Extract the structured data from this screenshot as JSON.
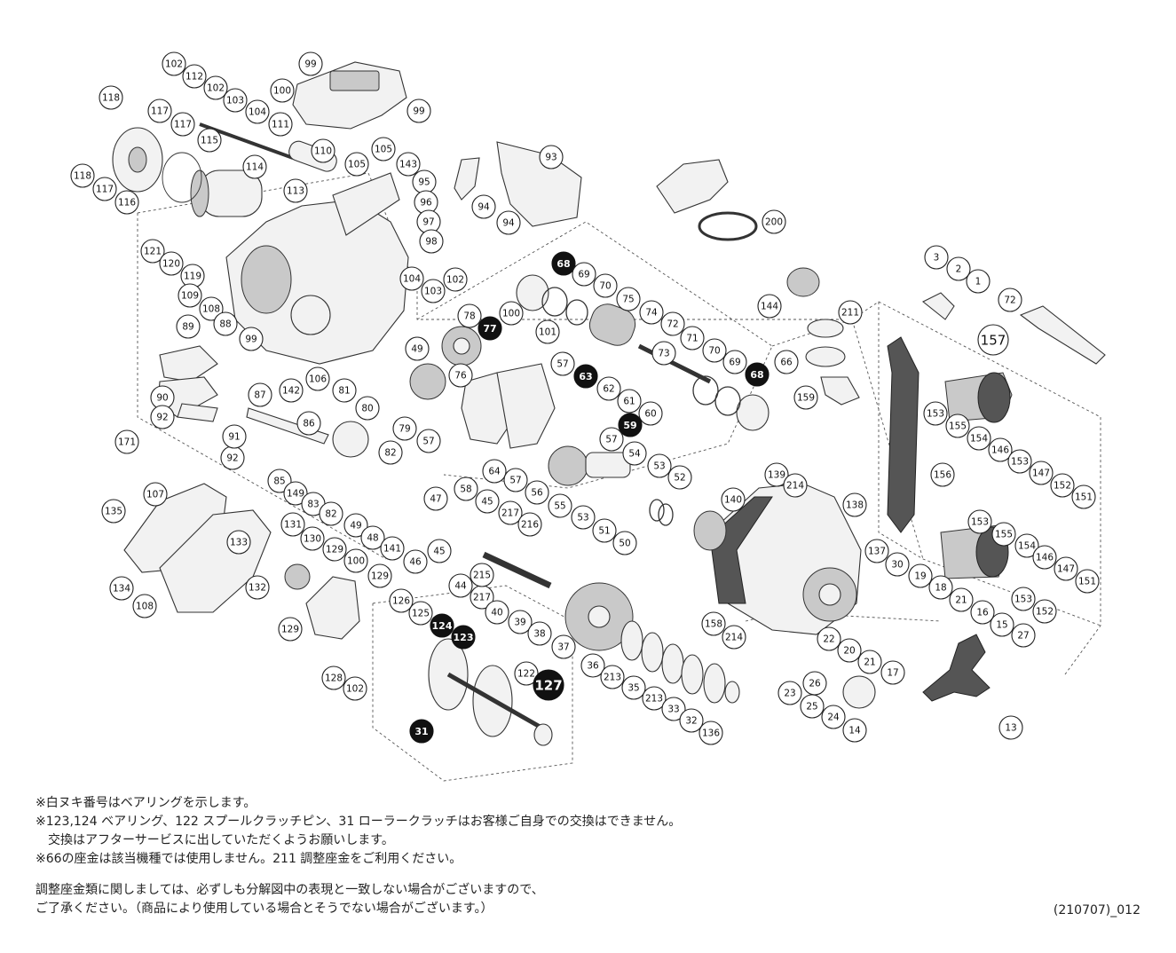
{
  "notes": [
    "※白ヌキ番号はベアリングを示します。",
    "※123,124 ベアリング、122 スプールクラッチピン、31 ローラークラッチはお客様ご自身での交換はできません。",
    "交換はアフターサービスに出していただくようお願いします。",
    "※66の座金は該当機種では使用しません。211 調整座金をご利用ください。"
  ],
  "notes2": [
    "調整座金類に関しましては、必ずしも分解図中の表現と一致しない場合がございますので、",
    "ご了承ください。（商品により使用している場合とそうでない場合がございます。）"
  ],
  "doc_code": "(210707)_012",
  "callouts": [
    {
      "label": "102"
    },
    {
      "label": "112"
    },
    {
      "label": "102"
    },
    {
      "label": "103"
    },
    {
      "label": "104"
    },
    {
      "label": "99"
    },
    {
      "label": "100"
    },
    {
      "label": "99"
    },
    {
      "label": "111"
    },
    {
      "label": "118"
    },
    {
      "label": "117"
    },
    {
      "label": "117"
    },
    {
      "label": "115"
    },
    {
      "label": "118"
    },
    {
      "label": "117"
    },
    {
      "label": "116"
    },
    {
      "label": "110"
    },
    {
      "label": "105"
    },
    {
      "label": "105"
    },
    {
      "label": "143"
    },
    {
      "label": "114"
    },
    {
      "label": "113"
    },
    {
      "label": "121"
    },
    {
      "label": "120"
    },
    {
      "label": "119"
    },
    {
      "label": "95"
    },
    {
      "label": "96"
    },
    {
      "label": "97"
    },
    {
      "label": "98"
    },
    {
      "label": "94"
    },
    {
      "label": "94"
    },
    {
      "label": "93"
    },
    {
      "label": "104"
    },
    {
      "label": "103"
    },
    {
      "label": "102"
    },
    {
      "label": "200"
    },
    {
      "label": "144"
    },
    {
      "label": "211"
    },
    {
      "label": "66"
    },
    {
      "label": "159"
    },
    {
      "label": "109"
    },
    {
      "label": "108"
    },
    {
      "label": "88"
    },
    {
      "label": "99"
    },
    {
      "label": "89"
    },
    {
      "label": "90"
    },
    {
      "label": "92"
    },
    {
      "label": "92"
    },
    {
      "label": "91"
    },
    {
      "label": "87"
    },
    {
      "label": "86"
    },
    {
      "label": "142"
    },
    {
      "label": "106"
    },
    {
      "label": "81"
    },
    {
      "label": "80"
    },
    {
      "label": "79"
    },
    {
      "label": "49"
    },
    {
      "label": "68",
      "solid": true
    },
    {
      "label": "69"
    },
    {
      "label": "70"
    },
    {
      "label": "75"
    },
    {
      "label": "74"
    },
    {
      "label": "72"
    },
    {
      "label": "73"
    },
    {
      "label": "71"
    },
    {
      "label": "70"
    },
    {
      "label": "69"
    },
    {
      "label": "68",
      "solid": true
    },
    {
      "label": "100"
    },
    {
      "label": "78"
    },
    {
      "label": "77",
      "solid": true
    },
    {
      "label": "101"
    },
    {
      "label": "76"
    },
    {
      "label": "57"
    },
    {
      "label": "63",
      "solid": true
    },
    {
      "label": "62"
    },
    {
      "label": "61"
    },
    {
      "label": "60"
    },
    {
      "label": "59",
      "solid": true
    },
    {
      "label": "57"
    },
    {
      "label": "57"
    },
    {
      "label": "64"
    },
    {
      "label": "57"
    },
    {
      "label": "56"
    },
    {
      "label": "55"
    },
    {
      "label": "54"
    },
    {
      "label": "53"
    },
    {
      "label": "52"
    },
    {
      "label": "53"
    },
    {
      "label": "51"
    },
    {
      "label": "50"
    },
    {
      "label": "3"
    },
    {
      "label": "2"
    },
    {
      "label": "1"
    },
    {
      "label": "72"
    },
    {
      "label": "157",
      "big": true
    },
    {
      "label": "153"
    },
    {
      "label": "155"
    },
    {
      "label": "154"
    },
    {
      "label": "146"
    },
    {
      "label": "153"
    },
    {
      "label": "147"
    },
    {
      "label": "152"
    },
    {
      "label": "151"
    },
    {
      "label": "156"
    },
    {
      "label": "153"
    },
    {
      "label": "155"
    },
    {
      "label": "154"
    },
    {
      "label": "146"
    },
    {
      "label": "147"
    },
    {
      "label": "151"
    },
    {
      "label": "153"
    },
    {
      "label": "152"
    },
    {
      "label": "171"
    },
    {
      "label": "85"
    },
    {
      "label": "149"
    },
    {
      "label": "83"
    },
    {
      "label": "82"
    },
    {
      "label": "82"
    },
    {
      "label": "49"
    },
    {
      "label": "48"
    },
    {
      "label": "47"
    },
    {
      "label": "58"
    },
    {
      "label": "45"
    },
    {
      "label": "217"
    },
    {
      "label": "216"
    },
    {
      "label": "141"
    },
    {
      "label": "46"
    },
    {
      "label": "45"
    },
    {
      "label": "44"
    },
    {
      "label": "217"
    },
    {
      "label": "215"
    },
    {
      "label": "40"
    },
    {
      "label": "39"
    },
    {
      "label": "38"
    },
    {
      "label": "37"
    },
    {
      "label": "36"
    },
    {
      "label": "213"
    },
    {
      "label": "35"
    },
    {
      "label": "213"
    },
    {
      "label": "33"
    },
    {
      "label": "32"
    },
    {
      "label": "136"
    },
    {
      "label": "107"
    },
    {
      "label": "135"
    },
    {
      "label": "134"
    },
    {
      "label": "108"
    },
    {
      "label": "133"
    },
    {
      "label": "132"
    },
    {
      "label": "131"
    },
    {
      "label": "130"
    },
    {
      "label": "129"
    },
    {
      "label": "100"
    },
    {
      "label": "129"
    },
    {
      "label": "129"
    },
    {
      "label": "128"
    },
    {
      "label": "102"
    },
    {
      "label": "126"
    },
    {
      "label": "125"
    },
    {
      "label": "124",
      "solid": true
    },
    {
      "label": "123",
      "solid": true
    },
    {
      "label": "122"
    },
    {
      "label": "127",
      "solid": true,
      "big": true
    },
    {
      "label": "31",
      "solid": true
    },
    {
      "label": "140"
    },
    {
      "label": "139"
    },
    {
      "label": "214"
    },
    {
      "label": "138"
    },
    {
      "label": "137"
    },
    {
      "label": "30"
    },
    {
      "label": "158"
    },
    {
      "label": "214"
    },
    {
      "label": "22"
    },
    {
      "label": "20"
    },
    {
      "label": "19"
    },
    {
      "label": "18"
    },
    {
      "label": "21"
    },
    {
      "label": "21"
    },
    {
      "label": "17"
    },
    {
      "label": "16"
    },
    {
      "label": "15"
    },
    {
      "label": "27"
    },
    {
      "label": "23"
    },
    {
      "label": "26"
    },
    {
      "label": "25"
    },
    {
      "label": "24"
    },
    {
      "label": "14"
    },
    {
      "label": "13"
    }
  ]
}
